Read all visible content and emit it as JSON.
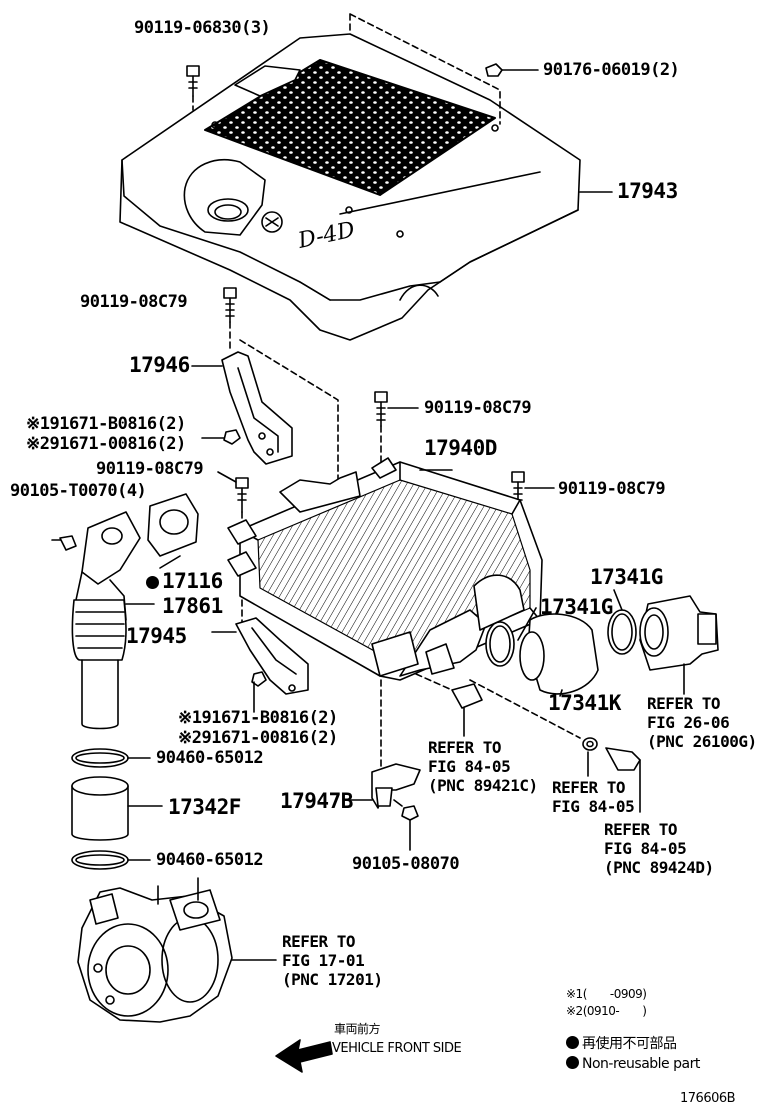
{
  "labels": {
    "p_90119_06830": "90119-06830(3)",
    "p_90176_06019": "90176-06019(2)",
    "p_17943": "17943",
    "p_90119_08c79_a": "90119-08C79",
    "p_17946": "17946",
    "p_90119_08c79_b": "90119-08C79",
    "p_91671_b0816_a": "※191671-B0816(2)",
    "p_91671_00816_a": "※291671-00816(2)",
    "p_17940d": "17940D",
    "p_90119_08c79_c": "90119-08C79",
    "p_90105_t0070": "90105-T0070(4)",
    "p_90119_08c79_d": "90119-08C79",
    "p_17116": "17116",
    "p_17861": "17861",
    "p_17341g_a": "17341G",
    "p_17341g_b": "17341G",
    "p_17945": "17945",
    "p_17341k": "17341K",
    "p_91671_b0816_b": "※191671-B0816(2)",
    "p_91671_00816_b": "※291671-00816(2)",
    "p_90460_65012_a": "90460-65012",
    "p_17342f": "17342F",
    "p_17947b": "17947B",
    "p_90460_65012_b": "90460-65012",
    "p_90105_08070": "90105-08070"
  },
  "refs": {
    "ref_26_06": [
      "REFER TO",
      "FIG 26-06",
      "(PNC 26100G)"
    ],
    "ref_84_05_a": [
      "REFER TO",
      "FIG 84-05",
      "(PNC 89421C)"
    ],
    "ref_84_05_b": [
      "REFER TO",
      "FIG 84-05"
    ],
    "ref_84_05_c": [
      "REFER TO",
      "FIG 84-05",
      "(PNC 89424D)"
    ],
    "ref_17_01": [
      "REFER TO",
      "FIG 17-01",
      "(PNC 17201)"
    ]
  },
  "legend": {
    "note1": "※1(　　-0909)",
    "note2": "※2(0910-　　)",
    "nonreusable_jp": "再使用不可部品",
    "nonreusable_en": "Non-reusable part",
    "front_jp": "車両前方",
    "front_en": "VEHICLE FRONT SIDE",
    "drawing_no": "176606B"
  },
  "colors": {
    "ink": "#000000",
    "paper": "#ffffff"
  }
}
